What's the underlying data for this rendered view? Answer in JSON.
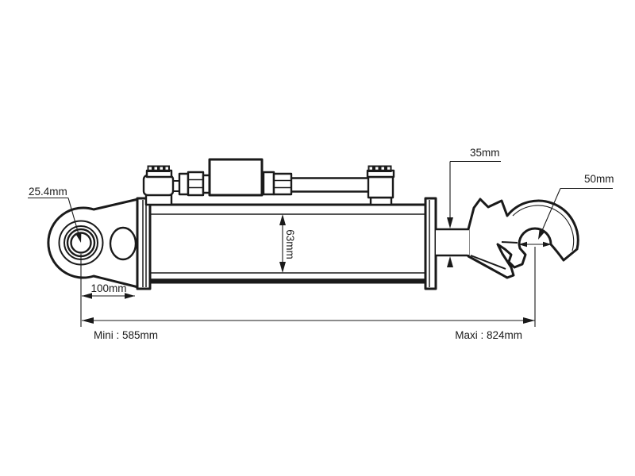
{
  "labels": {
    "eye_bore": "25.4mm",
    "eye_to_body": "100mm",
    "rod_diameter": "35mm",
    "hook_bore": "50mm",
    "body_diameter": "63mm",
    "length_min": "Mini : 585mm",
    "length_max": "Maxi : 824mm"
  },
  "colors": {
    "background": "#ffffff",
    "line": "#1a1a1a",
    "text": "#1a1a1a"
  }
}
